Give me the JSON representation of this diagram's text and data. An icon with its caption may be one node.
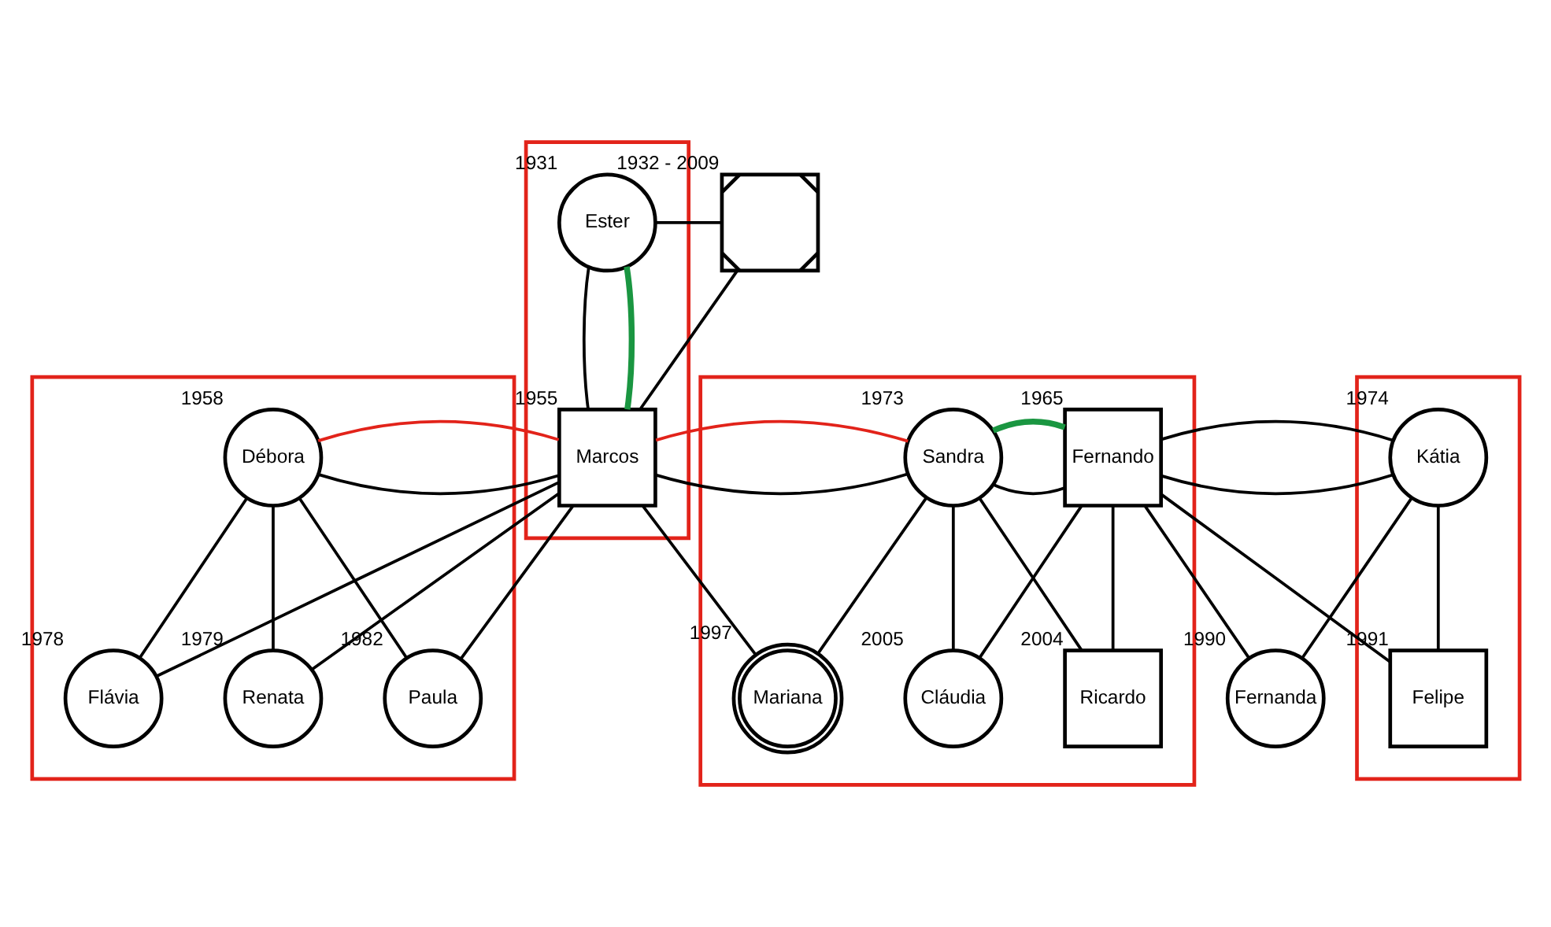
{
  "diagram": {
    "nodes": [
      {
        "text": [],
        "shape": "box"
      },
      {
        "text": [
          "Ester"
        ],
        "beside": [
          "1931"
        ],
        "in": 0
      },
      {
        "text": [
          "Marcos"
        ],
        "beside": [
          "1955"
        ],
        "in": 0
      },
      {
        "text": [],
        "shape": "box",
        "beside": [
          "1932 - 2009"
        ]
      },
      {
        "text": [],
        "shape": "box"
      },
      {
        "text": [
          "Débora"
        ],
        "beside": [
          "1958"
        ],
        "in": 4
      },
      {
        "text": [
          "Flávia"
        ],
        "beside": [
          "1978"
        ],
        "in": 4
      },
      {
        "text": [
          "Renata"
        ],
        "beside": [
          "1979"
        ],
        "in": 4
      },
      {
        "text": [
          "Paula"
        ],
        "beside": [
          "1982"
        ],
        "in": 4
      },
      {
        "text": [],
        "shape": "box"
      },
      {
        "text": [
          "Sandra"
        ],
        "beside": [
          "1973"
        ],
        "in": 9
      },
      {
        "text": [
          "Fernando"
        ],
        "beside": [
          "1965"
        ],
        "in": 9
      },
      {
        "text": [
          "Mariana"
        ],
        "beside": [
          "1997"
        ],
        "in": 9
      },
      {
        "text": [
          "Ricardo"
        ],
        "beside": [
          "2004"
        ],
        "in": 9
      },
      {
        "text": [
          "Cláudia"
        ],
        "beside": [
          "2005"
        ],
        "in": 9
      },
      {
        "text": [],
        "shape": "box"
      },
      {
        "text": [
          "Kátia"
        ],
        "beside": [
          "1974"
        ],
        "in": 15
      },
      {
        "text": [
          "Fernanda"
        ],
        "beside": [
          "1990"
        ]
      },
      {
        "text": [
          "Felipe"
        ],
        "beside": [
          "1991"
        ],
        "in": 15
      }
    ],
    "edges": [
      {
        "from": 1,
        "to": 3,
        "arrow": "none"
      },
      {
        "from": 1,
        "to": 2,
        "arrow": "none"
      },
      {
        "from": 3,
        "to": 2,
        "arrow": "none"
      },
      {
        "from": 1,
        "to": 2,
        "arrow": "none",
        "style": "thick",
        "color": "#1a9641"
      },
      {
        "from": 5,
        "to": 2,
        "arrow": "none"
      },
      {
        "from": 5,
        "to": 2,
        "arrow": "none",
        "color": "#e2231a"
      },
      {
        "from": 2,
        "to": 10,
        "arrow": "none"
      },
      {
        "from": 2,
        "to": 10,
        "arrow": "none",
        "color": "#e2231a"
      },
      {
        "from": 10,
        "to": 11,
        "arrow": "none"
      },
      {
        "from": 10,
        "to": 11,
        "arrow": "none",
        "style": "thick",
        "color": "#1a9641"
      },
      {
        "from": 11,
        "to": 16,
        "arrow": "none"
      },
      {
        "from": 5,
        "to": 6,
        "arrow": "none"
      },
      {
        "from": 2,
        "to": 6,
        "arrow": "none"
      },
      {
        "from": 5,
        "to": 7,
        "arrow": "none"
      },
      {
        "from": 2,
        "to": 7,
        "arrow": "none"
      },
      {
        "from": 5,
        "to": 8,
        "arrow": "none"
      },
      {
        "from": 2,
        "to": 8,
        "arrow": "none"
      },
      {
        "from": 2,
        "to": 12,
        "arrow": "none"
      },
      {
        "from": 10,
        "to": 12,
        "arrow": "none"
      },
      {
        "from": 10,
        "to": 13,
        "arrow": "none"
      },
      {
        "from": 11,
        "to": 13,
        "arrow": "none"
      },
      {
        "from": 10,
        "to": 14,
        "arrow": "none"
      },
      {
        "from": 11,
        "to": 14,
        "arrow": "none"
      },
      {
        "from": 11,
        "to": 17,
        "arrow": "none"
      },
      {
        "from": 16,
        "to": 17,
        "arrow": "none"
      },
      {
        "from": 11,
        "to": 18,
        "arrow": "none"
      },
      {
        "from": 16,
        "to": 18,
        "arrow": "none"
      }
    ]
  }
}
